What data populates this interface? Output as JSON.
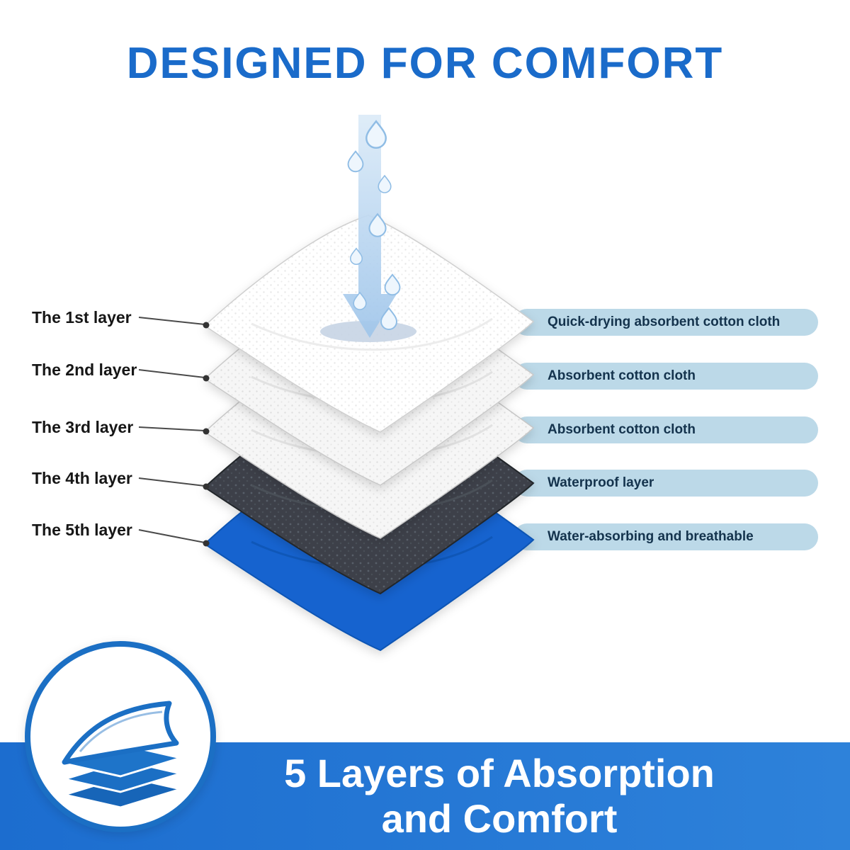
{
  "title": "DESIGNED FOR COMFORT",
  "diagram": {
    "layers": [
      {
        "label": "The 1st layer",
        "description": "Quick-drying absorbent cotton cloth"
      },
      {
        "label": "The 2nd layer",
        "description": "Absorbent cotton cloth"
      },
      {
        "label": "The 3rd layer",
        "description": "Absorbent cotton cloth"
      },
      {
        "label": "The 4th layer",
        "description": "Waterproof layer"
      },
      {
        "label": "The 5th layer",
        "description": "Water-absorbing and breathable"
      }
    ],
    "icons": [
      "water-drops-icon",
      "down-arrow-icon",
      "stacked-layers-icon"
    ]
  },
  "banner": {
    "line1": "5 Layers of Absorption",
    "line2": "and Comfort"
  },
  "colors": {
    "title_blue": "#1a6bca",
    "pill_background": "#bcd9e8",
    "pill_text": "#14334d",
    "banner_blue": "#1c6dcf",
    "badge_border_blue": "#1b6fc4",
    "layer_white": "#ffffff",
    "layer_waterproof_dark": "#3c4148",
    "layer_bottom_blue": "#1563cf",
    "arrow_blue": "#a6c8ea"
  }
}
